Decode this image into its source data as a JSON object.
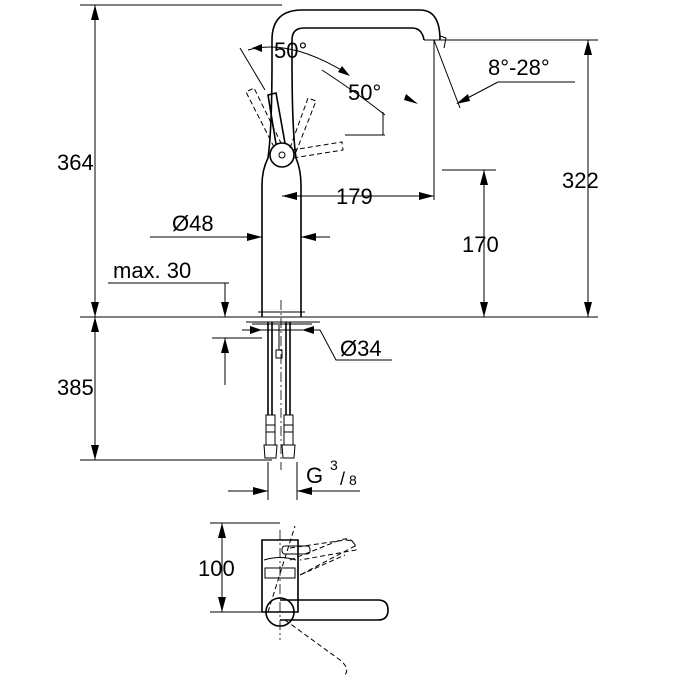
{
  "dimensions": {
    "total_height": "364",
    "spout_height": "322",
    "reach": "179",
    "under_spout": "170",
    "body_diameter": "Ø48",
    "max_deck": "max. 30",
    "hole_diameter": "Ø34",
    "below_deck": "385",
    "thread_main": "G",
    "thread_num": "3",
    "thread_den": "8",
    "lever_travel": "100"
  },
  "angles": {
    "lever_left": "50°",
    "lever_right": "50°",
    "spout_tilt": "8°-28°"
  },
  "colors": {
    "line": "#000000",
    "background": "#ffffff"
  }
}
